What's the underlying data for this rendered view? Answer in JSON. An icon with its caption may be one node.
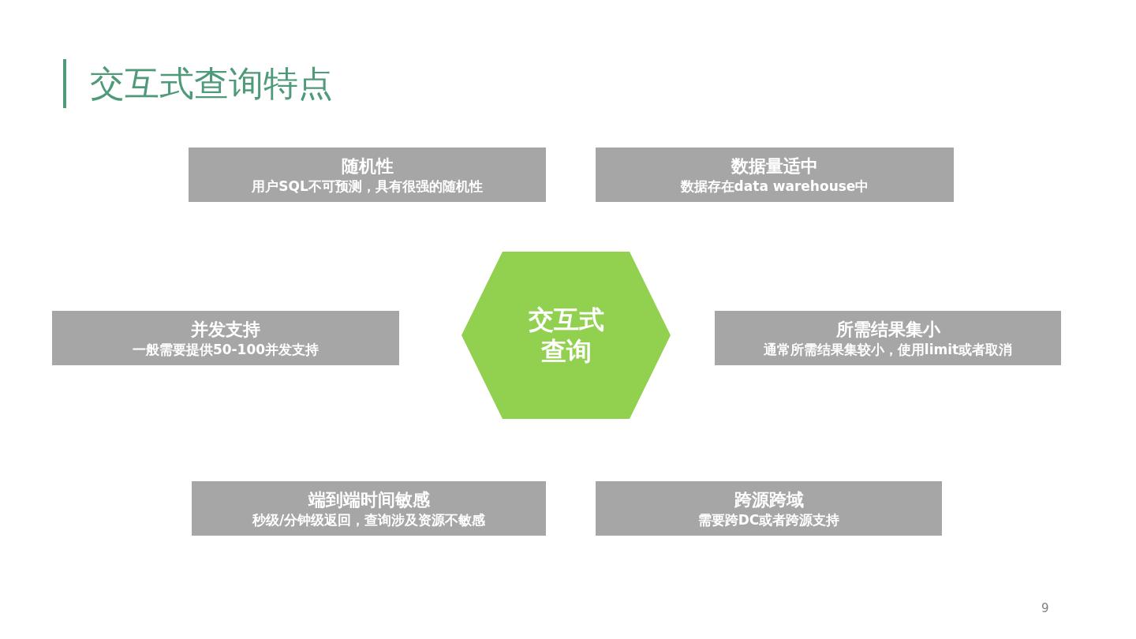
{
  "diagram": {
    "title": "交互式查询特点",
    "nodes": [
      {
        "text": [
          "随机性",
          "用户SQL不可预测，具有很强的随机性"
        ]
      },
      {
        "text": [
          "数据量适中",
          "数据存在data warehouse中"
        ]
      },
      {
        "text": [
          "并发支持",
          "一般需要提供50-100并发支持"
        ]
      },
      {
        "text": [
          "交互式查询"
        ]
      },
      {
        "text": [
          "所需结果集小",
          "通常所需结果集较小，使用limit或者取消"
        ]
      },
      {
        "text": [
          "端到端时间敏感",
          "秒级/分钟级返回，查询涉及资源不敏感"
        ]
      },
      {
        "text": [
          "跨源跨域",
          "需要跨DC或者跨源支持"
        ]
      }
    ],
    "labels": [
      "9"
    ]
  }
}
